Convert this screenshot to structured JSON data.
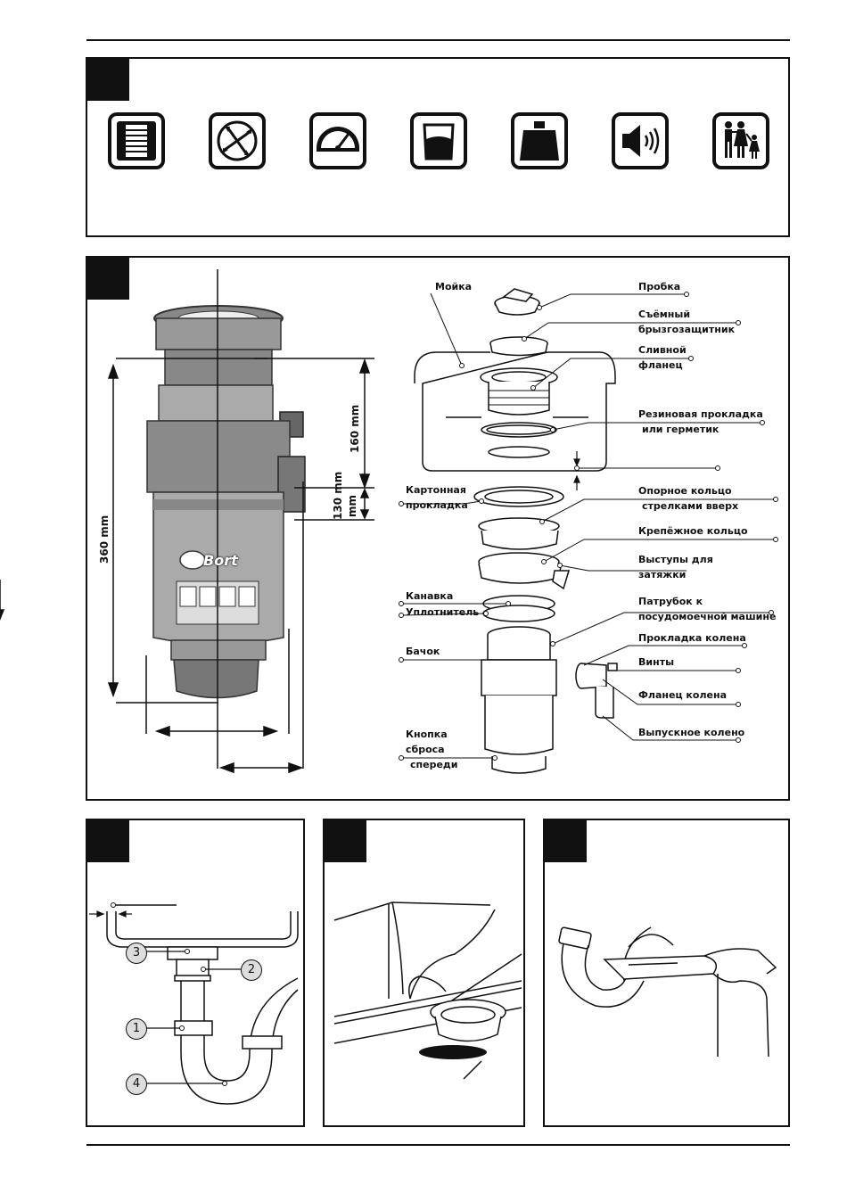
{
  "icons": [
    {
      "name": "grinding-chamber-icon"
    },
    {
      "name": "motor-rotation-icon"
    },
    {
      "name": "speed-gauge-icon"
    },
    {
      "name": "capacity-container-icon"
    },
    {
      "name": "weight-icon"
    },
    {
      "name": "noise-level-icon"
    },
    {
      "name": "family-icon"
    }
  ],
  "dimensions": {
    "height_total": "360 mm",
    "height_upper": "160 mm",
    "height_outlet": "130 mm"
  },
  "unit_brand": "Bort",
  "parts": {
    "sink": "Мойка",
    "stopper": "Пробка",
    "splash_guard_1": "Съёмный",
    "splash_guard_2": "брызгозащитник",
    "drain_flange_1": "Сливной",
    "drain_flange_2": "фланец",
    "rubber_gasket_1": "Резиновая прокладка",
    "rubber_gasket_2": "или герметик",
    "cardboard_gasket_1": "Картонная",
    "cardboard_gasket_2": "прокладка",
    "support_ring_1": "Опорное кольцо",
    "support_ring_2": "стрелками вверх",
    "mount_ring": "Крепёжное кольцо",
    "tabs_1": "Выступы для",
    "tabs_2": "затяжки",
    "groove": "Канавка",
    "seal": "Уплотнитель",
    "dishwasher_1": "Патрубок к",
    "dishwasher_2": "посудомоечной машине",
    "elbow_gasket": "Прокладка колена",
    "tank": "Бачок",
    "screws": "Винты",
    "elbow_flange": "Фланец колена",
    "reset_1": "Кнопка",
    "reset_2": "сброса",
    "reset_3": "спереди",
    "outlet_elbow": "Выпускное колено"
  },
  "callouts": [
    "1",
    "2",
    "3",
    "4"
  ]
}
